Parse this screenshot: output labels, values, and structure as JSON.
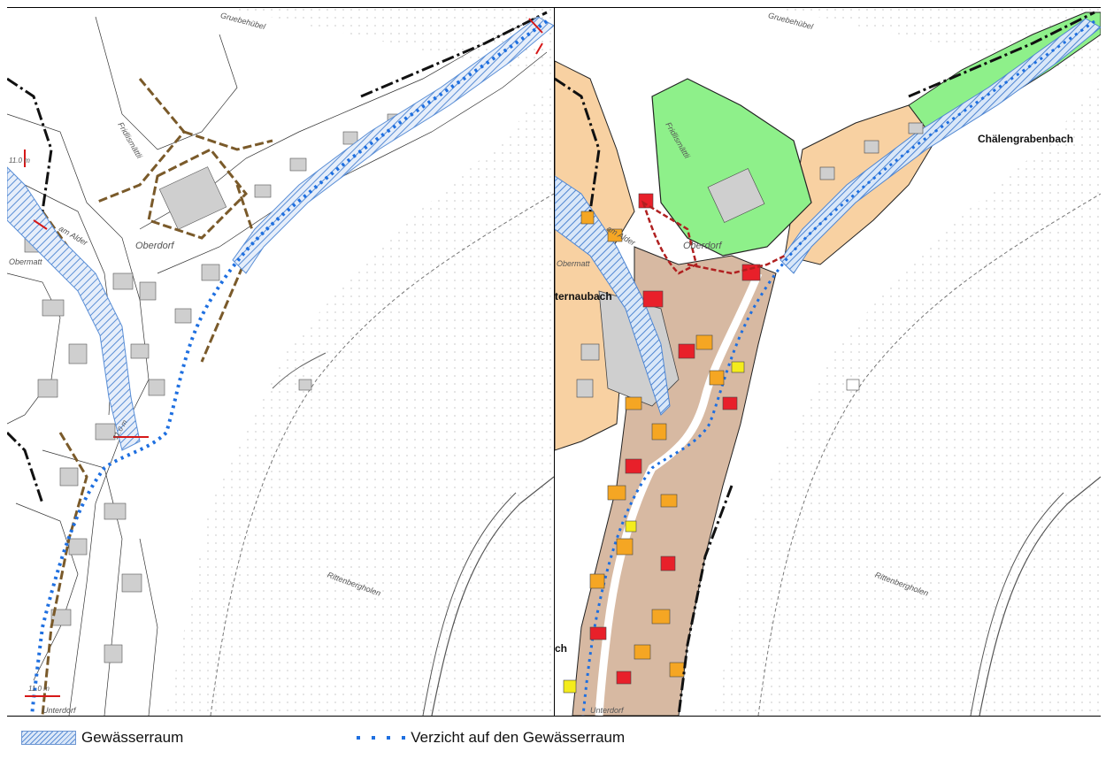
{
  "colors": {
    "stream_blue": "#1e6fe0",
    "hatch_blue": "#5b8fd6",
    "zone_orange": "#f8d1a2",
    "zone_green": "#8ef08a",
    "zone_brown": "#d7b9a2",
    "building_grey": "#c8c8c8",
    "building_orange": "#f5a623",
    "building_red": "#e8202a",
    "building_yellow": "#f4ec1c"
  },
  "map_left": {
    "place_labels": [
      "Fridlismättli",
      "Oberdorf",
      "Unterdorf",
      "Rittenbergholen",
      "Gruebehübel",
      "am Alder",
      "Obermatt"
    ],
    "measurement_labels": [
      "11.0 m",
      "11.0 m",
      "11.0 m"
    ]
  },
  "map_right": {
    "place_labels": [
      "Fridlismättli",
      "Oberdorf",
      "Unterdorf",
      "Rittenbergholen",
      "Gruebehübel",
      "am Alder",
      "Obermatt"
    ],
    "stream_labels": [
      "Chälengrabenbach",
      "ternaubach",
      "ch"
    ]
  },
  "legend": {
    "items": [
      {
        "icon": "hatch-swatch-icon",
        "label": "Gewässerraum"
      },
      {
        "icon": "dotted-line-icon",
        "label": "Verzicht auf den Gewässerraum"
      }
    ]
  }
}
